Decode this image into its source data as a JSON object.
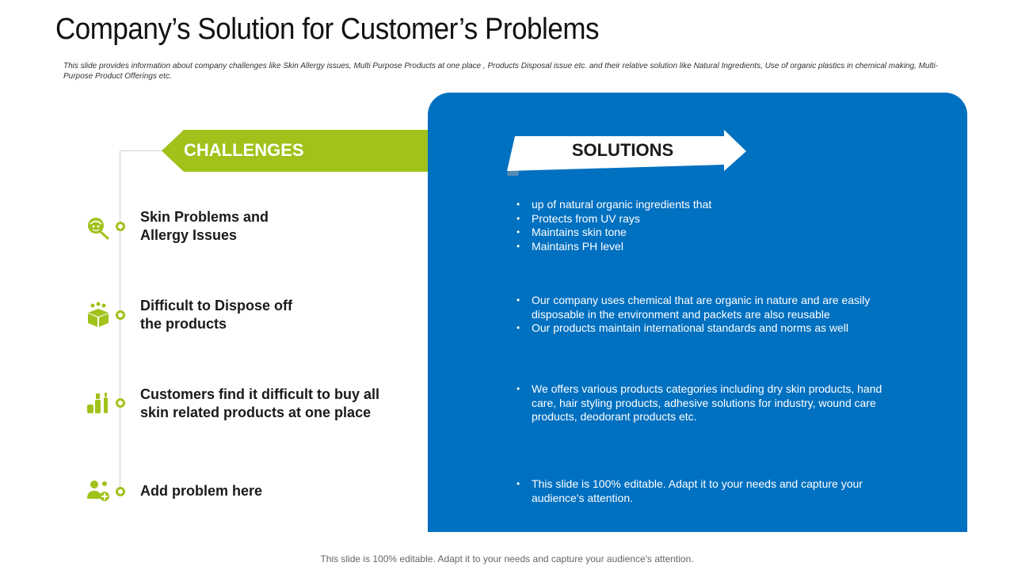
{
  "title": "Company’s Solution for Customer’s Problems",
  "subtitle": "This slide provides information about company challenges like Skin Allergy issues, Multi Purpose Products at one place , Products Disposal issue etc. and their relative solution like Natural Ingredients, Use of organic plastics in chemical making, Multi-Purpose Product Offerings etc.",
  "colors": {
    "accent_green": "#a1c21b",
    "panel_blue": "#0070c0"
  },
  "challenges_header": "CHALLENGES",
  "solutions_header": "SOLUTIONS",
  "problems": [
    {
      "icon": "face-mask-icon",
      "line1": "Skin Problems and",
      "line2": "Allergy Issues"
    },
    {
      "icon": "gift-box-icon",
      "line1": "Difficult to Dispose off",
      "line2": "the products"
    },
    {
      "icon": "cosmetics-icon",
      "line1": "Customers find it difficult to buy all",
      "line2": "skin related products at one place"
    },
    {
      "icon": "user-add-icon",
      "line1": "Add problem here",
      "line2": ""
    }
  ],
  "solutions": [
    [
      "up of natural organic ingredients that",
      "Protects from UV rays",
      "Maintains skin tone",
      "Maintains PH level"
    ],
    [
      "Our company uses chemical that are organic in nature and are easily disposable in the environment and packets are also reusable",
      "Our products maintain international standards and norms as well"
    ],
    [
      "We offers various products categories including dry skin products, hand care, hair styling products, adhesive solutions for industry, wound care products, deodorant products etc."
    ],
    [
      "This slide is 100% editable. Adapt it to your needs and capture your audience's attention."
    ]
  ],
  "footer": "This slide is 100% editable. Adapt it to your needs and capture your audience's attention."
}
